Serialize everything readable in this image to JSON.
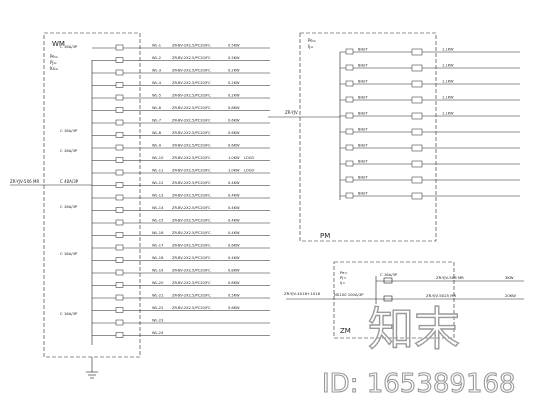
{
  "panel_wm": {
    "name": "WM",
    "specs": [
      "Pe=",
      "Pj=",
      "Kx=",
      "Ij="
    ],
    "incoming_cable": "ZR-YJV-5X6 MR",
    "incoming_note": "",
    "main_breaker": "C 40A/3P",
    "group_breakers": [
      "C 16A/3P",
      "C 16A/3P",
      "C 16A/3P",
      "C 16A/3P",
      "C 16A/3P",
      "C 16A/3P"
    ],
    "circuits": [
      {
        "id": "WL-1",
        "cable": "ZR-BV-2X2.5/PC20/FC",
        "power": "0.5KW",
        "load": ""
      },
      {
        "id": "WL-2",
        "cable": "ZR-BV-2X2.5/PC20/FC",
        "power": "0.5KW",
        "load": ""
      },
      {
        "id": "WL-3",
        "cable": "ZR-BV-2X2.5/PC20/FC",
        "power": "0.2KW",
        "load": ""
      },
      {
        "id": "WL-4",
        "cable": "ZR-BV-2X2.5/PC20/FC",
        "power": "0.2KW",
        "load": ""
      },
      {
        "id": "WL-5",
        "cable": "ZR-BV-2X2.5/PC20/FC",
        "power": "0.2KW",
        "load": ""
      },
      {
        "id": "WL-6",
        "cable": "ZR-BV-2X2.5/PC20/FC",
        "power": "0.8KW",
        "load": ""
      },
      {
        "id": "WL-7",
        "cable": "ZR-BV-2X2.5/PC20/FC",
        "power": "0.6KW",
        "load": ""
      },
      {
        "id": "WL-8",
        "cable": "ZR-BV-2X2.5/PC20/FC",
        "power": "0.6KW",
        "load": ""
      },
      {
        "id": "WL-9",
        "cable": "ZR-BV-2X2.5/PC20/FC",
        "power": "0.6KW",
        "load": ""
      },
      {
        "id": "WL-10",
        "cable": "ZR-BV-2X2.5/PC20/FC",
        "power": "1.0KW",
        "load": "LOGO"
      },
      {
        "id": "WL-11",
        "cable": "ZR-BV-2X2.5/PC20/FC",
        "power": "1.0KW",
        "load": "LOGO"
      },
      {
        "id": "WL-12",
        "cable": "ZR-BV-2X2.5/PC20/FC",
        "power": "0.4KW",
        "load": ""
      },
      {
        "id": "WL-13",
        "cable": "ZR-BV-2X2.5/PC20/FC",
        "power": "0.4KW",
        "load": ""
      },
      {
        "id": "WL-14",
        "cable": "ZR-BV-2X2.5/PC20/FC",
        "power": "0.4KW",
        "load": ""
      },
      {
        "id": "WL-15",
        "cable": "ZR-BV-2X2.5/PC20/FC",
        "power": "0.4KW",
        "load": ""
      },
      {
        "id": "WL-16",
        "cable": "ZR-BV-2X2.5/PC20/FC",
        "power": "0.4KW",
        "load": ""
      },
      {
        "id": "WL-17",
        "cable": "ZR-BV-2X2.5/PC20/FC",
        "power": "0.6KW",
        "load": ""
      },
      {
        "id": "WL-18",
        "cable": "ZR-BV-2X2.5/PC20/FC",
        "power": "0.4KW",
        "load": ""
      },
      {
        "id": "WL-19",
        "cable": "ZR-BV-2X2.5/PC20/FC",
        "power": "0.8KW",
        "load": ""
      },
      {
        "id": "WL-20",
        "cable": "ZR-BV-2X2.5/PC20/FC",
        "power": "0.8KW",
        "load": ""
      },
      {
        "id": "WL-21",
        "cable": "ZR-BV-2X2.5/PC20/FC",
        "power": "0.5KW",
        "load": ""
      },
      {
        "id": "WL-22",
        "cable": "ZR-BV-2X2.5/PC20/FC",
        "power": "0.6KW",
        "load": ""
      },
      {
        "id": "WL-23",
        "cable": "",
        "power": "",
        "load": ""
      },
      {
        "id": "WL-24",
        "cable": "",
        "power": "",
        "load": ""
      }
    ]
  },
  "panel_pm": {
    "name": "PM",
    "specs": [
      "Pe=",
      "Ij="
    ],
    "feed_cable": "ZR-YJV",
    "circuits": [
      {
        "breaker": "BHST",
        "power": "1.1KW",
        "load": ""
      },
      {
        "breaker": "BHST",
        "power": "1.1KW",
        "load": ""
      },
      {
        "breaker": "BHST",
        "power": "1.1KW",
        "load": ""
      },
      {
        "breaker": "BHST",
        "power": "1.1KW",
        "load": ""
      },
      {
        "breaker": "BHST",
        "power": "1.1KW",
        "load": ""
      },
      {
        "breaker": "BHST",
        "power": "",
        "load": ""
      },
      {
        "breaker": "BHST",
        "power": "",
        "load": ""
      },
      {
        "breaker": "BHST",
        "power": "",
        "load": ""
      },
      {
        "breaker": "BHST",
        "power": "",
        "load": ""
      },
      {
        "breaker": "BHST",
        "power": "",
        "load": ""
      }
    ]
  },
  "panel_zm": {
    "name": "ZM",
    "specs": [
      "Pe=",
      "Pj=",
      "Ij="
    ],
    "main_breaker": "NS100 100A/3P",
    "incoming_cable": "ZR-YJV-4X16+1X16",
    "out_breaker": "C 16A/3P",
    "circuits": [
      {
        "cable": "ZR-YJV-5X6 MR",
        "power": "3KW"
      },
      {
        "cable": "ZR-YJV-5X25 MR",
        "power": "20KW"
      }
    ]
  },
  "title": "",
  "watermark": {
    "logo_text": "知末",
    "id_text": "ID: 165389168"
  },
  "colors": {
    "line": "#222222",
    "text": "#222222",
    "watermark": "#9a9a9a"
  }
}
